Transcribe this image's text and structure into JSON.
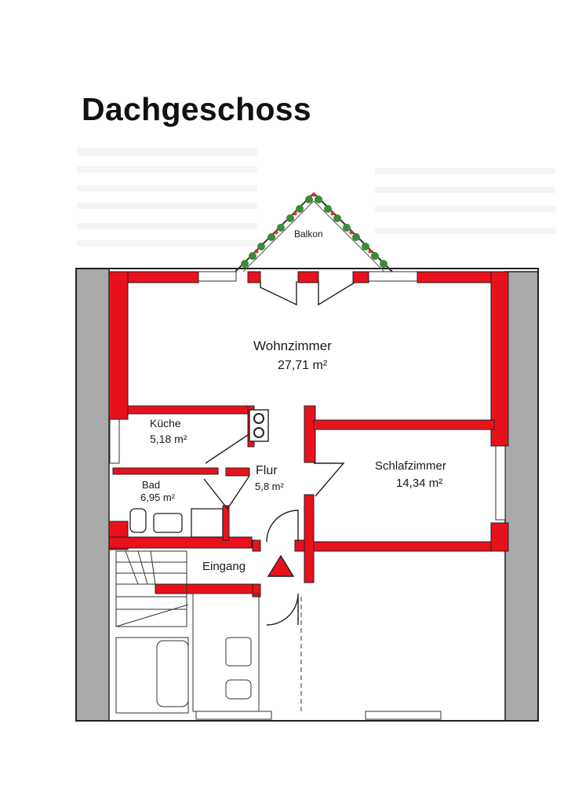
{
  "title": "Dachgeschoss",
  "colors": {
    "wall": "#e8121d",
    "slope": "#aaaaaa",
    "line": "#222222",
    "foliage": "#3d8a3a"
  },
  "rooms": {
    "balkon": {
      "name": "Balkon"
    },
    "wohnzimmer": {
      "name": "Wohnzimmer",
      "area": "27,71 m²"
    },
    "kueche": {
      "name": "Küche",
      "area": "5,18 m²"
    },
    "bad": {
      "name": "Bad",
      "area": "6,95 m²"
    },
    "flur": {
      "name": "Flur",
      "area": "5,8 m²"
    },
    "schlafzimmer": {
      "name": "Schlafzimmer",
      "area": "14,34 m²"
    },
    "eingang": {
      "name": "Eingang"
    }
  }
}
